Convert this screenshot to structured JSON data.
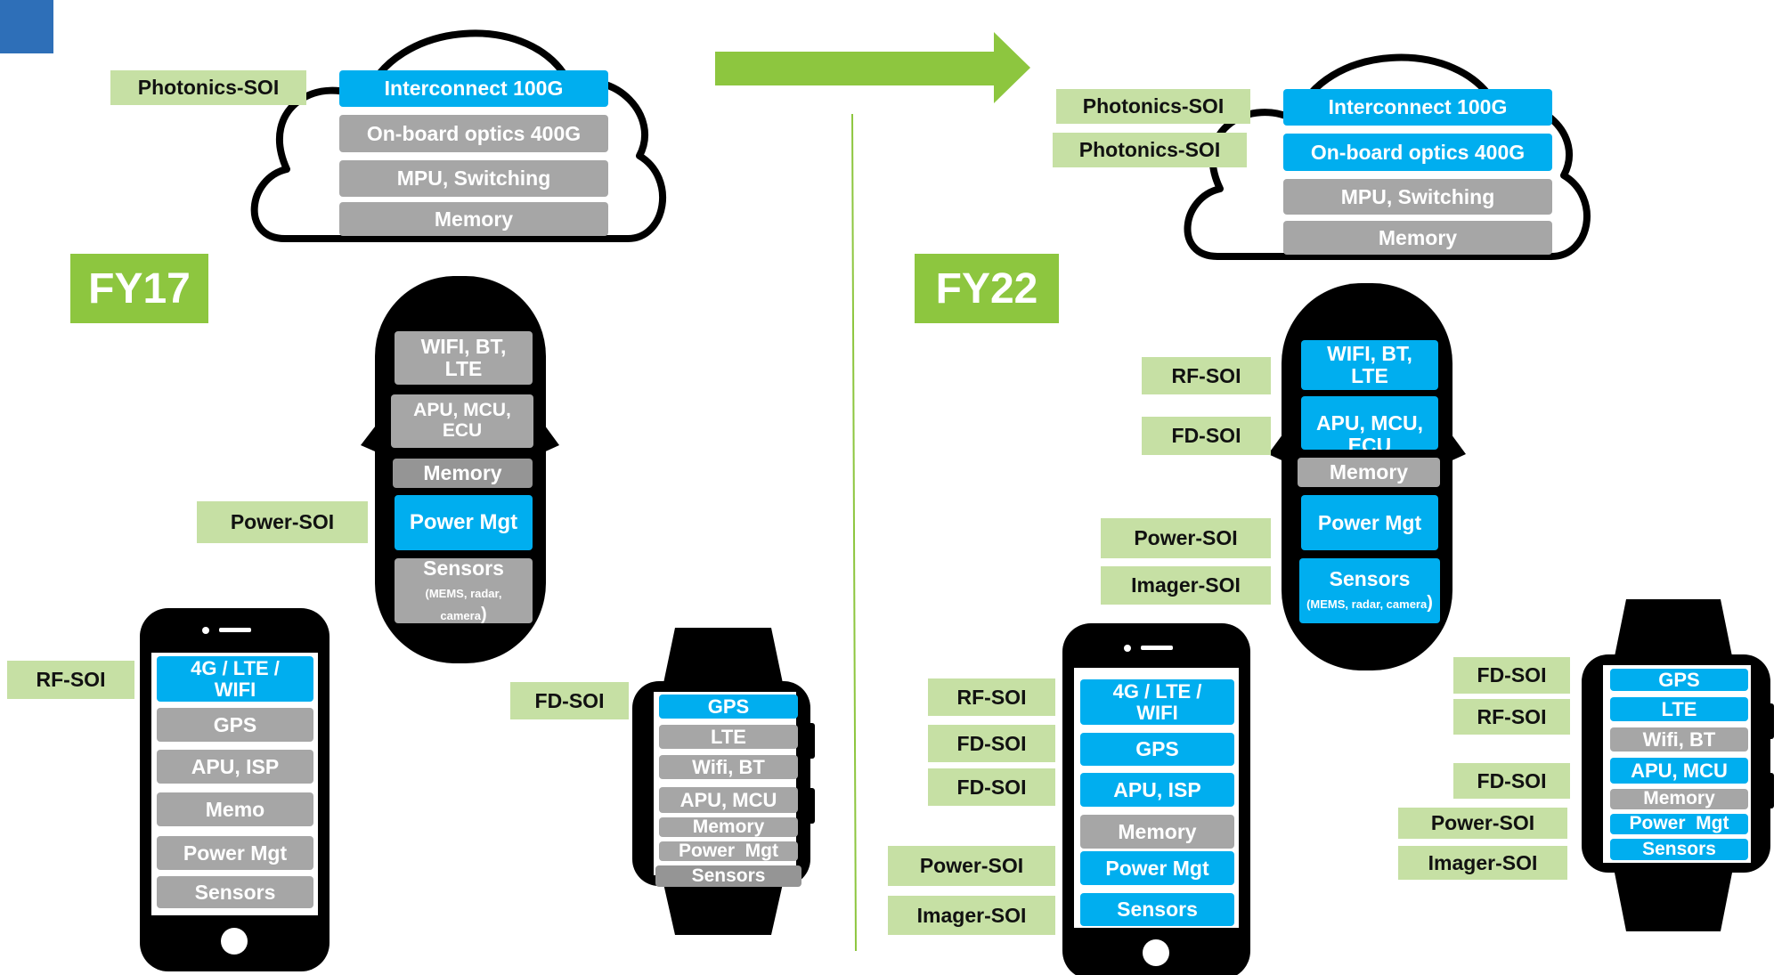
{
  "colors": {
    "blue": "#00aeef",
    "gray": "#a6a6a6",
    "green": "#8dc63f",
    "tag_bg": "#c6e0a4",
    "corner": "#2e6fb8"
  },
  "icons": {
    "corner": "blue-square",
    "arrow": "right-arrow",
    "cloud": "cloud-icon",
    "car": "car-icon",
    "phone": "smartphone-icon",
    "watch": "smartwatch-icon"
  },
  "fy17": {
    "label": "FY17",
    "cloud": {
      "tag": "Photonics-SOI",
      "items": [
        "Interconnect 100G",
        "On-board optics 400G",
        "MPU, Switching",
        "Memory"
      ]
    },
    "car": {
      "tag": "Power-SOI",
      "items": {
        "wifi": "WIFI, BT,\nLTE",
        "apu": "APU, MCU,\nECU",
        "memory": "Memory",
        "power": "Power Mgt",
        "sensors": "Sensors",
        "sensors_sub": "(MEMS, radar,\ncamera",
        "sensors_paren": ")"
      }
    },
    "phone": {
      "tag": "RF-SOI",
      "items": [
        "4G / LTE /\nWIFI",
        "GPS",
        "APU, ISP",
        "Memo",
        "Power Mgt",
        "Sensors"
      ]
    },
    "watch": {
      "tag": "FD-SOI",
      "items": [
        "GPS",
        "LTE",
        "Wifi, BT",
        "APU, MCU",
        "Memory",
        "Power  Mgt",
        "Sensors"
      ]
    }
  },
  "fy22": {
    "label": "FY22",
    "cloud": {
      "tags": [
        "Photonics-SOI",
        "Photonics-SOI"
      ],
      "items": [
        "Interconnect 100G",
        "On-board optics 400G",
        "MPU, Switching",
        "Memory"
      ]
    },
    "car": {
      "tags": [
        "RF-SOI",
        "FD-SOI",
        "Power-SOI",
        "Imager-SOI"
      ],
      "items": {
        "wifi": "WIFI, BT,\nLTE",
        "apu": "APU, MCU,\nECU",
        "memory": "Memory",
        "power": "Power Mgt",
        "sensors": "Sensors",
        "sensors_sub": "(MEMS, radar, camera",
        "sensors_paren": ")"
      }
    },
    "phone": {
      "tags": [
        "RF-SOI",
        "FD-SOI",
        "FD-SOI",
        "Power-SOI",
        "Imager-SOI"
      ],
      "items": [
        "4G / LTE /\nWIFI",
        "GPS",
        "APU, ISP",
        "Memory",
        "Power Mgt",
        "Sensors"
      ]
    },
    "watch": {
      "tags": [
        "FD-SOI",
        "RF-SOI",
        "FD-SOI",
        "Power-SOI",
        "Imager-SOI"
      ],
      "items": [
        "GPS",
        "LTE",
        "Wifi, BT",
        "APU, MCU",
        "Memory",
        "Power  Mgt",
        "Sensors"
      ]
    }
  }
}
